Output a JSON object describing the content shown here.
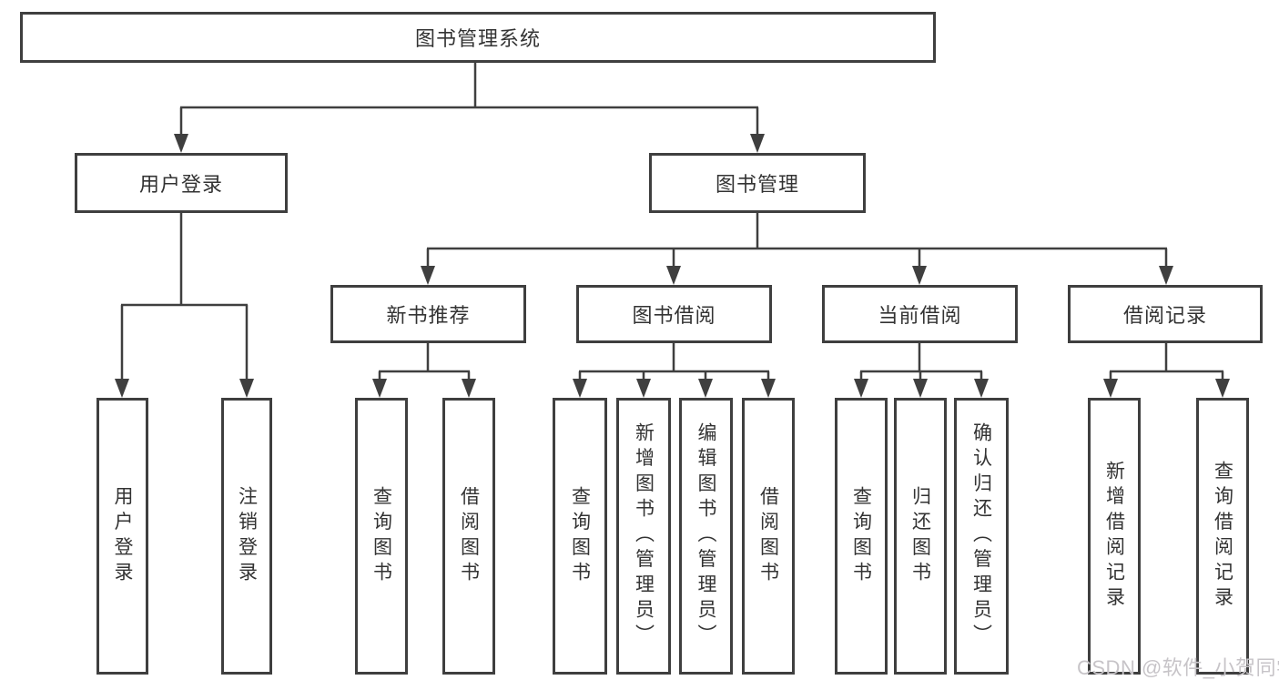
{
  "diagram": {
    "root": {
      "label": "图书管理系统"
    },
    "branches": [
      {
        "label": "用户登录",
        "children": [
          "用户登录",
          "注销登录"
        ]
      },
      {
        "label": "图书管理",
        "sections": [
          {
            "label": "新书推荐",
            "children": [
              "查询图书",
              "借阅图书"
            ]
          },
          {
            "label": "图书借阅",
            "children": [
              "查询图书",
              "新增图书（管理员）",
              "编辑图书（管理员）",
              "借阅图书"
            ]
          },
          {
            "label": "当前借阅",
            "children": [
              "查询图书",
              "归还图书",
              "确认归还（管理员）"
            ]
          },
          {
            "label": "借阅记录",
            "children": [
              "新增借阅记录",
              "查询借阅记录"
            ]
          }
        ]
      }
    ]
  },
  "watermark": {
    "label": "CSDN @软件_小贺同学",
    "color": "#c7c4c8"
  },
  "colors": {
    "line": "#3f3f3f",
    "text": "#333333",
    "background": "#ffffff",
    "box_fill": "#ffffff"
  }
}
